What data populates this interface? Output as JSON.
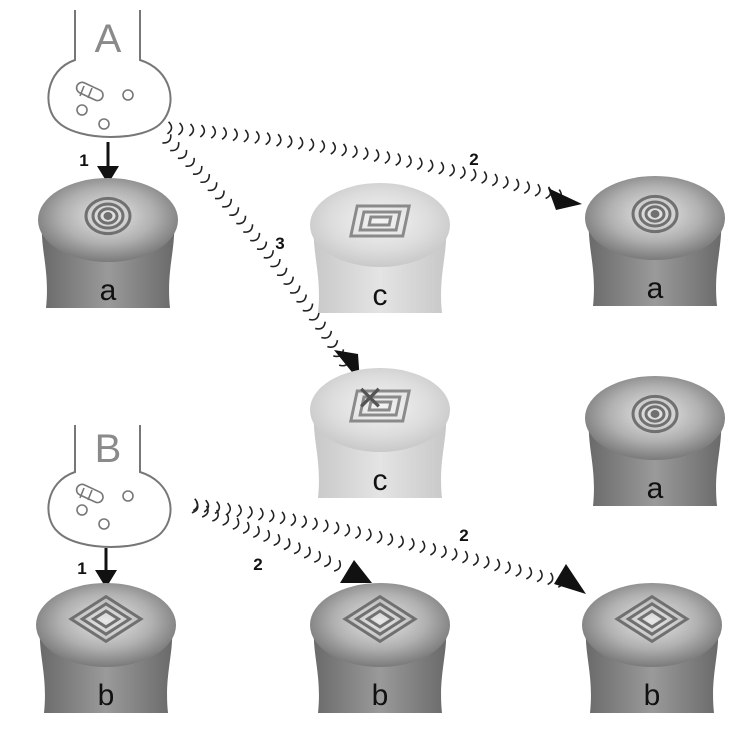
{
  "flasks": [
    {
      "id": "flask-a",
      "label": "A"
    },
    {
      "id": "flask-b",
      "label": "B"
    }
  ],
  "cells": [
    {
      "id": "cell-a-1",
      "label": "a",
      "receptor": "circular",
      "tone": "dark"
    },
    {
      "id": "cell-c-1",
      "label": "c",
      "receptor": "rectangular",
      "tone": "light"
    },
    {
      "id": "cell-a-2",
      "label": "a",
      "receptor": "circular",
      "tone": "dark"
    },
    {
      "id": "cell-c-2",
      "label": "c",
      "receptor": "rectangular",
      "tone": "light",
      "blocked": true
    },
    {
      "id": "cell-a-3",
      "label": "a",
      "receptor": "circular",
      "tone": "dark"
    },
    {
      "id": "cell-b-1",
      "label": "b",
      "receptor": "diamond",
      "tone": "dark"
    },
    {
      "id": "cell-b-2",
      "label": "b",
      "receptor": "diamond",
      "tone": "dark"
    },
    {
      "id": "cell-b-3",
      "label": "b",
      "receptor": "diamond",
      "tone": "dark"
    }
  ],
  "arrow_labels": {
    "a_direct": "1",
    "a_distant": "2",
    "a_blocked": "3",
    "b_direct": "1",
    "b_near": "2",
    "b_far": "2"
  },
  "blocked_mark": "✕"
}
